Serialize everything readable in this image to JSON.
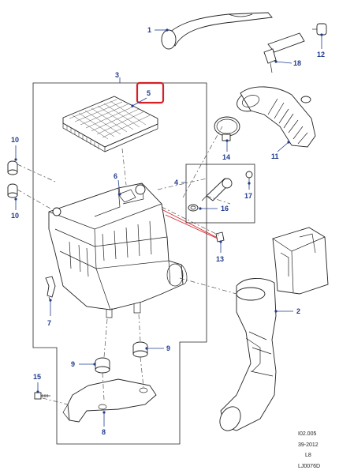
{
  "diagram": {
    "callouts": {
      "c1": "1",
      "c2": "2",
      "c3": "3",
      "c4": "4",
      "c5": "5",
      "c6": "6",
      "c7": "7",
      "c8": "8",
      "c9a": "9",
      "c9b": "9",
      "c10a": "10",
      "c10b": "10",
      "c11": "11",
      "c12": "12",
      "c13": "13",
      "c14": "14",
      "c15": "15",
      "c16": "16",
      "c17": "17",
      "c18": "18"
    },
    "footer": {
      "line1": "I02.005",
      "line2": "39-2012",
      "line3": "L8",
      "line4": "LJ0076D"
    },
    "colors": {
      "callout": "#1f3b8f",
      "highlight": "#d42027",
      "leader_red": "#d42027",
      "line": "#222222"
    },
    "highlighted_callout": "5"
  }
}
